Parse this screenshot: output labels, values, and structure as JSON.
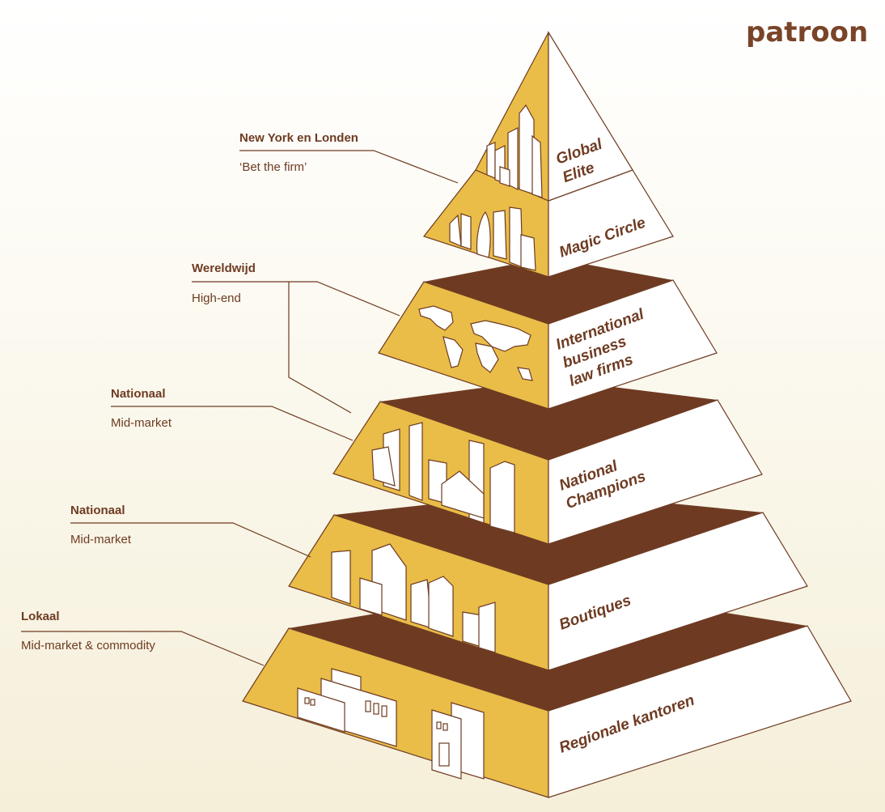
{
  "brand": {
    "logo_text": "patroon"
  },
  "tiers": [
    {
      "name": "Global\nElite"
    },
    {
      "name": "Magic Circle"
    },
    {
      "name": "International\nbusiness\nlaw firms"
    },
    {
      "name": "National\nChampions"
    },
    {
      "name": "Boutiques"
    },
    {
      "name": "Regionale kantoren"
    }
  ],
  "labels": [
    {
      "title": "New York en Londen",
      "subtitle": "‘Bet the firm’"
    },
    {
      "title": "Wereldwijd",
      "subtitle": "High-end"
    },
    {
      "title": "Nationaal",
      "subtitle": "Mid-market"
    },
    {
      "title": "Nationaal",
      "subtitle": "Mid-market"
    },
    {
      "title": "Lokaal",
      "subtitle": "Mid-market & commodity"
    }
  ],
  "colors": {
    "gold": "#e9bd48",
    "brown": "#6e3b22",
    "white": "#ffffff"
  }
}
